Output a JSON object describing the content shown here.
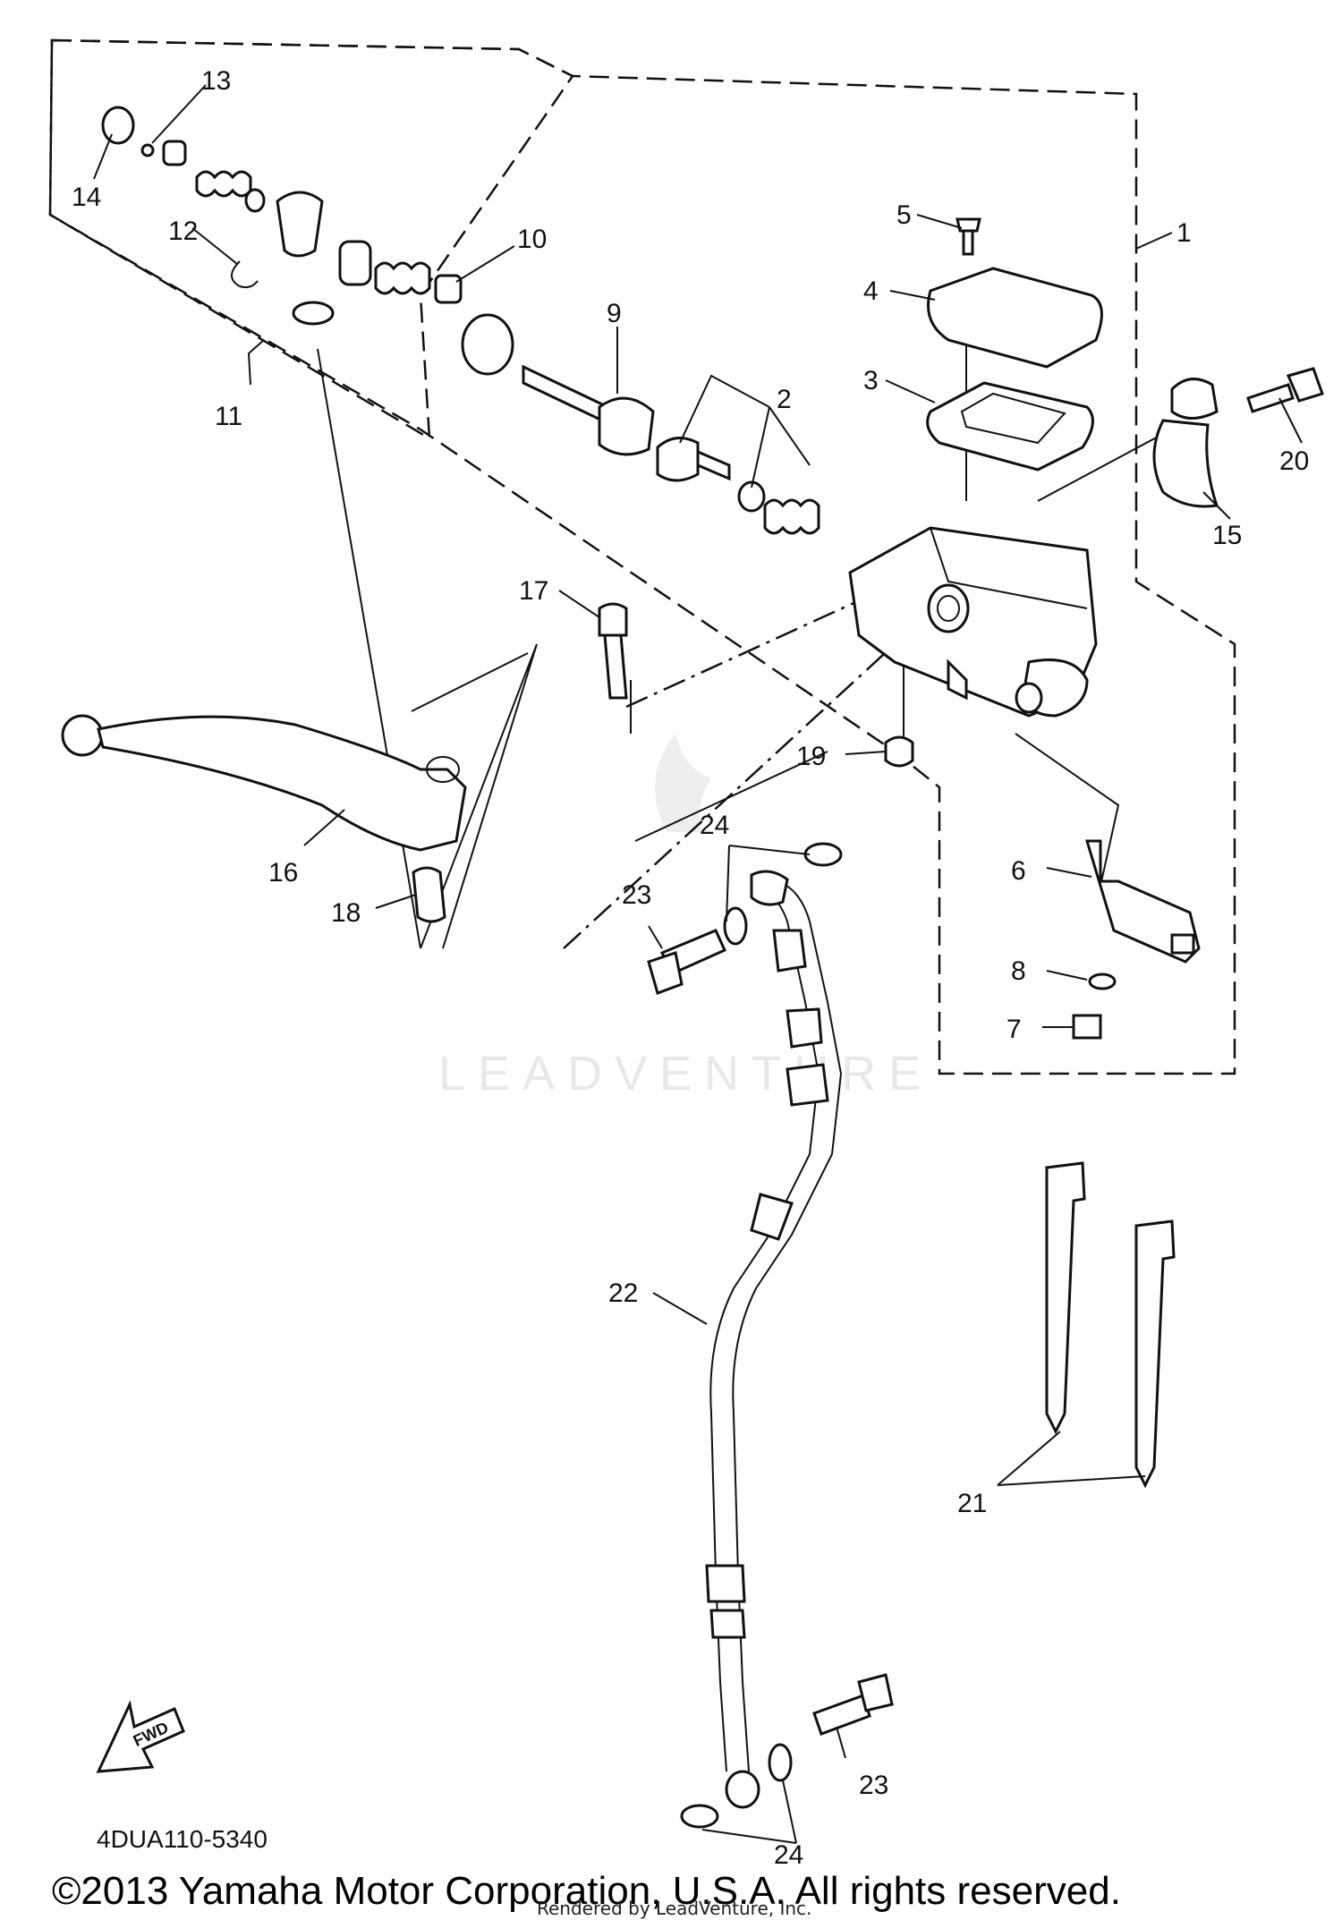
{
  "diagram": {
    "callouts": [
      "1",
      "2",
      "3",
      "4",
      "5",
      "6",
      "7",
      "8",
      "9",
      "10",
      "11",
      "12",
      "13",
      "14",
      "15",
      "16",
      "17",
      "18",
      "19",
      "20",
      "21",
      "22",
      "23",
      "23",
      "24",
      "24"
    ],
    "fwd_label": "FWD",
    "part_code": "4DUA110-5340",
    "watermark": "LEADVENTURE",
    "copyright": "©2013 Yamaha Motor Corporation, U.S.A. All rights reserved.",
    "rendered_by": "Rendered by LeadVenture, Inc."
  }
}
